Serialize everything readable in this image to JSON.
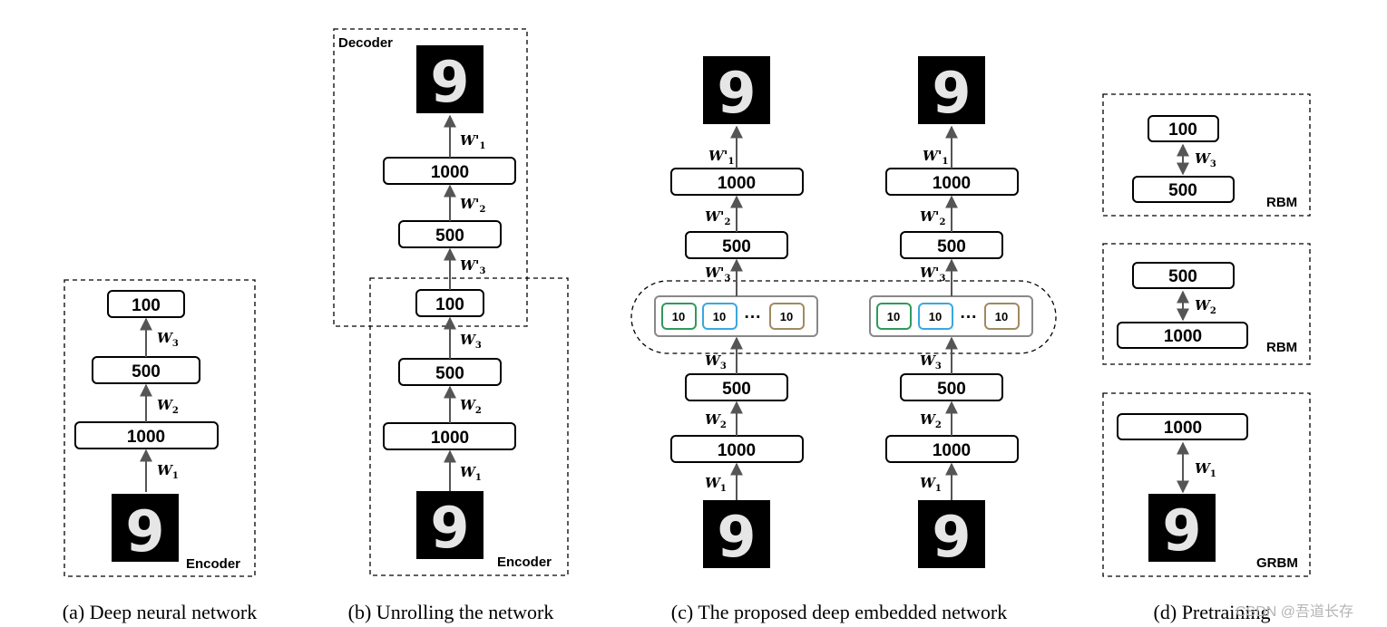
{
  "panels": {
    "a": {
      "caption": "(a) Deep neural network",
      "tag": "Encoder",
      "layers": [
        "100",
        "500",
        "1000"
      ],
      "weights": [
        "W3",
        "W2",
        "W1"
      ],
      "digit": "9"
    },
    "b": {
      "caption": "(b) Unrolling the network",
      "decoder_tag": "Decoder",
      "encoder_tag": "Encoder",
      "decoder_layers": [
        "1000",
        "500"
      ],
      "shared_layer": "100",
      "encoder_layers": [
        "500",
        "1000"
      ],
      "decoder_weights": [
        "W'1",
        "W'2",
        "W'3"
      ],
      "encoder_weights": [
        "W3",
        "W2",
        "W1"
      ],
      "digits": [
        "9",
        "9"
      ]
    },
    "c": {
      "caption": "(c) The proposed deep embedded network",
      "columns": [
        {
          "top_layers": [
            "1000",
            "500"
          ],
          "embed_units": [
            "10",
            "10",
            "10"
          ],
          "bottom_layers": [
            "500",
            "1000"
          ],
          "weights_top": [
            "W'1",
            "W'2",
            "W'3"
          ],
          "weights_bottom": [
            "W3",
            "W2",
            "W1"
          ],
          "digits": [
            "9",
            "9"
          ]
        },
        {
          "top_layers": [
            "1000",
            "500"
          ],
          "embed_units": [
            "10",
            "10",
            "10"
          ],
          "bottom_layers": [
            "500",
            "1000"
          ],
          "weights_top": [
            "W'1",
            "W'2",
            "W'3"
          ],
          "weights_bottom": [
            "W3",
            "W2",
            "W1"
          ],
          "digits": [
            "9",
            "9"
          ]
        }
      ],
      "ellipsis": "···",
      "unit_colors": [
        "#2e9a5c",
        "#3aa7e0",
        "#a08a60"
      ]
    },
    "d": {
      "caption": "(d) Pretraining",
      "blocks": [
        {
          "tag": "RBM",
          "top": "100",
          "bottom": "500",
          "weight": "W3"
        },
        {
          "tag": "RBM",
          "top": "500",
          "bottom": "1000",
          "weight": "W2"
        },
        {
          "tag": "GRBM",
          "top": "1000",
          "weight": "W1",
          "digit": "9"
        }
      ]
    }
  },
  "watermark": "CSDN @吾道长存"
}
